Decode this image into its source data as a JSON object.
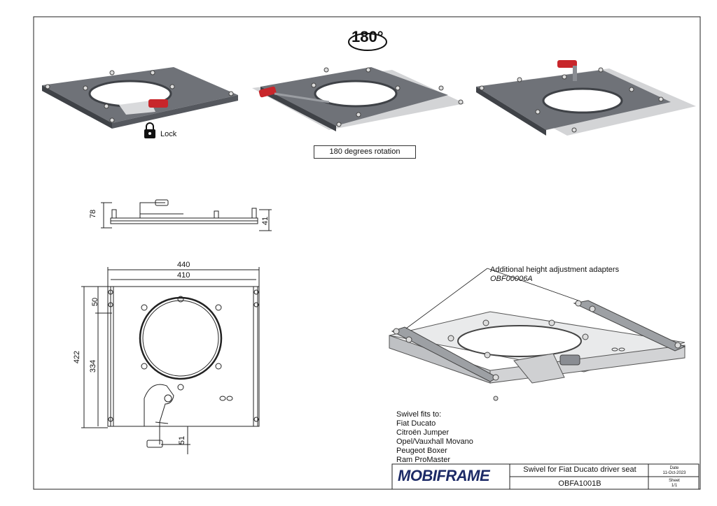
{
  "rotation_badge": "180°",
  "lock_label": "Lock",
  "rotation_caption": "180 degrees rotation",
  "callout": {
    "line1": "Additional height adjustment adapters",
    "line2": "OBF00006A"
  },
  "fits": {
    "heading": "Swivel fits to:",
    "models": [
      "Fiat Ducato",
      "Citroën Jumper",
      "Opel/Vauxhall Movano",
      "Peugeot Boxer",
      "Ram ProMaster"
    ]
  },
  "dimensions": {
    "side_height_total": "78",
    "side_height_frame": "41",
    "width_outer": "440",
    "width_inner": "410",
    "length_outer": "422",
    "length_inner": "334",
    "top_offset": "50",
    "bottom_offset": "51"
  },
  "title_block": {
    "logo": "MOBIFRAME",
    "title": "Swivel for Fiat Ducato driver seat",
    "code": "OBFA1001B",
    "date_label": "Date",
    "date_value": "11-Oct-2023",
    "sheet_label": "Sheet",
    "sheet_value": "1/1"
  },
  "colors": {
    "plate": "#8a8d93",
    "plate_dark": "#55585e",
    "plate_light": "#c9cacc",
    "handle": "#c8262b",
    "logo": "#1c2a66"
  }
}
